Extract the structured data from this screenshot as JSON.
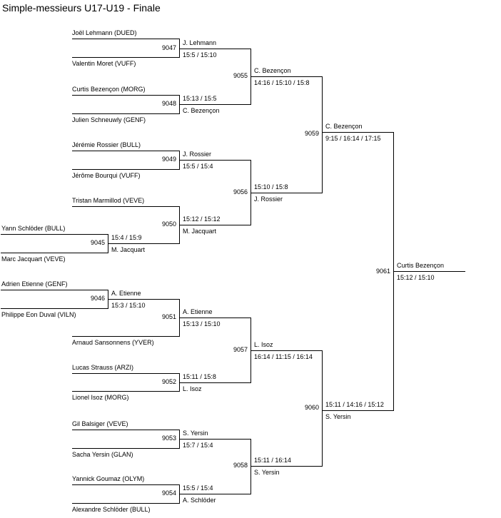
{
  "title": "Simple-messieurs U17-U19 - Finale",
  "players": [
    "Joël Lehmann (DUED)",
    "Valentin Moret (VUFF)",
    "Curtis Bezençon (MORG)",
    "Julien Schneuwly (GENF)",
    "Jérémie Rossier (BULL)",
    "Jérôme Bourqui (VUFF)",
    "Tristan Marmillod (VEVE)",
    "Yann Schlöder (BULL)",
    "Marc Jacquart (VEVE)",
    "Adrien Etienne (GENF)",
    "Philippe Eon Duval (VILN)",
    "Arnaud Sansonnens (YVER)",
    "Lucas Strauss (ARZI)",
    "Lionel Isoz (MORG)",
    "Gil Balsiger (VEVE)",
    "Sacha Yersin (GLAN)",
    "Yannick Goumaz (OLYM)",
    "Alexandre Schlöder (BULL)"
  ],
  "matches": {
    "9045": {
      "id": "9045",
      "winner": "M. Jacquart",
      "score": "15:4 / 15:9"
    },
    "9046": {
      "id": "9046",
      "winner": "A. Etienne",
      "score": "15:3 / 15:10"
    },
    "9047": {
      "id": "9047",
      "winner": "J. Lehmann",
      "score": "15:5 / 15:10"
    },
    "9048": {
      "id": "9048",
      "winner": "C. Bezençon",
      "score": "15:13 / 15:5"
    },
    "9049": {
      "id": "9049",
      "winner": "J. Rossier",
      "score": "15:5 / 15:4"
    },
    "9050": {
      "id": "9050",
      "winner": "M. Jacquart",
      "score": "15:12 / 15:12"
    },
    "9051": {
      "id": "9051",
      "winner": "A. Etienne",
      "score": "15:13 / 15:10"
    },
    "9052": {
      "id": "9052",
      "winner": "L. Isoz",
      "score": "15:11 / 15:8"
    },
    "9053": {
      "id": "9053",
      "winner": "S. Yersin",
      "score": "15:7 / 15:4"
    },
    "9054": {
      "id": "9054",
      "winner": "A. Schlöder",
      "score": "15:5 / 15:4"
    },
    "9055": {
      "id": "9055",
      "winner": "C. Bezençon",
      "score": "14:16 / 15:10 / 15:8"
    },
    "9056": {
      "id": "9056",
      "winner": "J. Rossier",
      "score": "15:10 / 15:8"
    },
    "9057": {
      "id": "9057",
      "winner": "L. Isoz",
      "score": "16:14 / 11:15 / 16:14"
    },
    "9058": {
      "id": "9058",
      "winner": "S. Yersin",
      "score": "15:11 / 16:14"
    },
    "9059": {
      "id": "9059",
      "winner": "C. Bezençon",
      "score": "9:15 / 16:14 / 17:15"
    },
    "9060": {
      "id": "9060",
      "winner": "S. Yersin",
      "score": "15:11 / 14:16 / 15:12"
    },
    "9061": {
      "id": "9061",
      "winner": "Curtis Bezençon",
      "score": "15:12 / 15:10"
    }
  }
}
